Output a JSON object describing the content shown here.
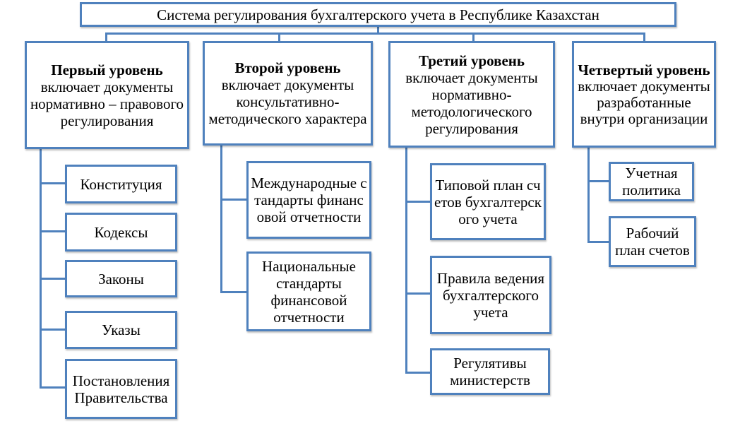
{
  "title": "Система регулирования бухгалтерского учета в Республике Казахстан",
  "levels": [
    {
      "name": "Первый уровень",
      "desc": "включает документы нормативно – правового регулирования",
      "items": [
        "Конституция",
        "Кодексы",
        "Законы",
        "Указы",
        "Постановления Правительства"
      ]
    },
    {
      "name": "Второй уровень",
      "desc": "включает документы консультативно-методического характера",
      "items": [
        "Международные стандарты финансовой отчетности",
        "Национальные стандарты финансовой отчетности"
      ]
    },
    {
      "name": "Третий уровень",
      "desc": "включает документы нормативно-методологического регулирования",
      "items": [
        "Типовой план счетов бухгалтерского учета",
        "Правила ведения бухгалтерского учета",
        "Регулятивы министерств"
      ]
    },
    {
      "name": "Четвертый уровень",
      "desc": "включает документы разработанные внутри организации",
      "items": [
        "Учетная политика",
        "Рабочий план счетов"
      ]
    }
  ],
  "colors": {
    "border": "#4f81bd"
  }
}
